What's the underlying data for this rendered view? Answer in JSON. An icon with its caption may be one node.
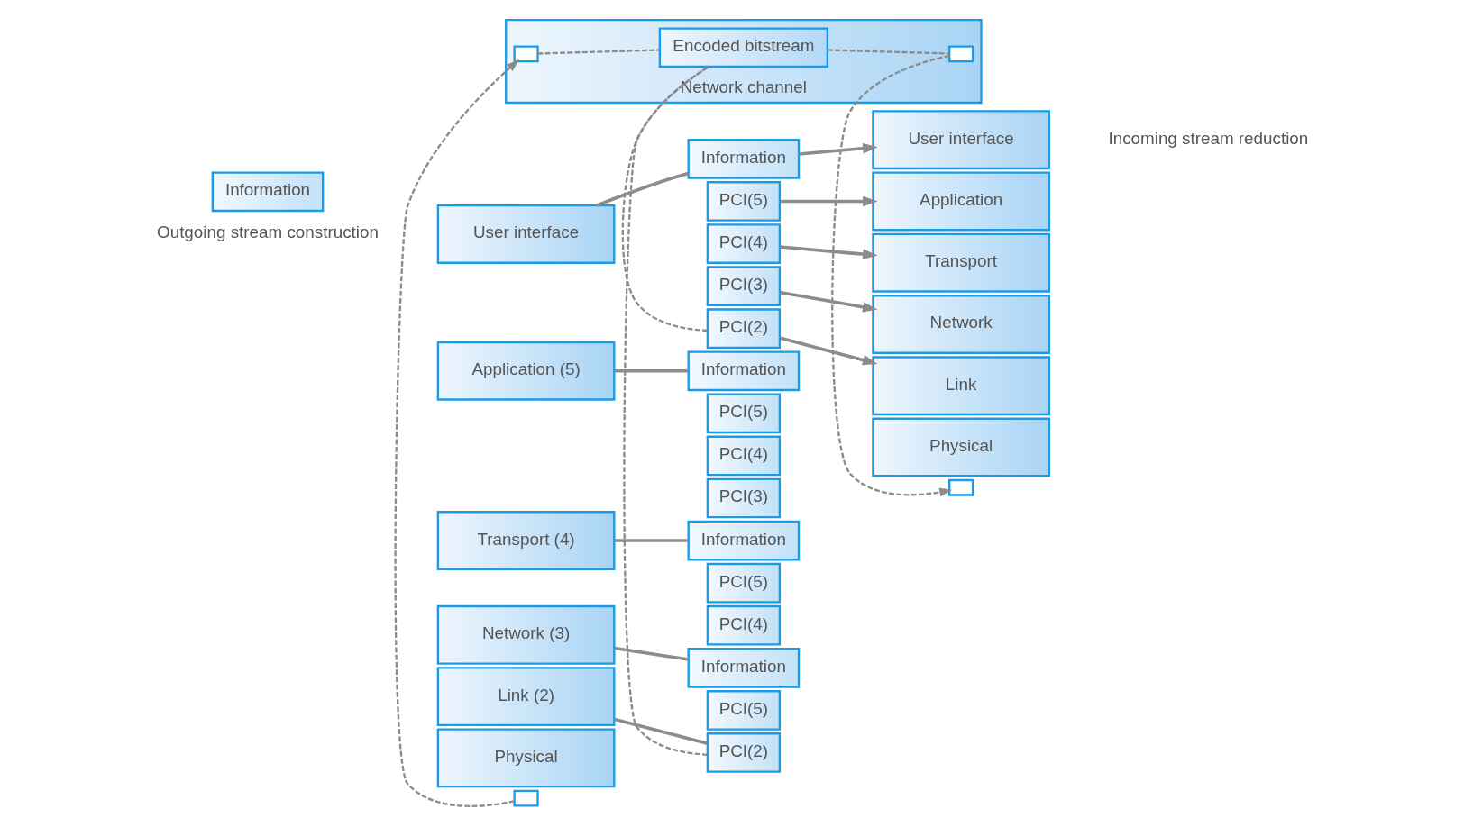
{
  "diagram": {
    "nodes": [
      {
        "text": [
          "User interface"
        ]
      },
      {
        "text": [
          "Application (5)"
        ]
      },
      {
        "text": [
          "Transport (4)"
        ]
      },
      {
        "text": [
          "Network (3)"
        ]
      },
      {
        "text": [
          "Link (2)"
        ]
      },
      {
        "text": [
          "Physical"
        ]
      },
      {
        "text": [
          "Information"
        ]
      },
      {
        "text": [
          "Information"
        ]
      },
      {
        "text": [
          "PCI(5)"
        ]
      },
      {
        "text": [
          "Information"
        ]
      },
      {
        "text": [
          "PCI(5)"
        ]
      },
      {
        "text": [
          "PCI(4)"
        ]
      },
      {
        "text": [
          "Information"
        ]
      },
      {
        "text": [
          "PCI(5)"
        ]
      },
      {
        "text": [
          "PCI(4)"
        ]
      },
      {
        "text": [
          "PCI(3)"
        ]
      },
      {
        "text": [
          "PCI(2)"
        ]
      },
      {
        "text": [
          "Information"
        ]
      },
      {
        "text": [
          "PCI(5)"
        ]
      },
      {
        "text": [
          "PCI(4)"
        ]
      },
      {
        "text": [
          "PCI(3)"
        ]
      },
      {
        "text": [
          "PCI(2)"
        ]
      },
      {
        "text": [
          "User interface"
        ]
      },
      {
        "text": [
          "Application"
        ]
      },
      {
        "text": [
          "Transport"
        ]
      },
      {
        "text": [
          "Network"
        ]
      },
      {
        "text": [
          "Link"
        ]
      },
      {
        "text": [
          "Physical"
        ]
      },
      {
        "text": [
          "Network channel"
        ]
      },
      {
        "text": [
          "Encoded bitstream"
        ],
        "in": 28
      },
      {
        "text": [],
        "shape": "box"
      },
      {
        "text": [],
        "shape": "box",
        "in": 28
      },
      {
        "text": [],
        "shape": "box"
      },
      {
        "text": [],
        "shape": "box",
        "in": 28
      }
    ],
    "edges": [
      {
        "from": 0,
        "to": 6,
        "arrow": "none"
      },
      {
        "from": 6,
        "to": 22,
        "arrow": "to"
      },
      {
        "from": 1,
        "to": 7,
        "arrow": "none"
      },
      {
        "from": 8,
        "to": 23,
        "arrow": "to"
      },
      {
        "from": 2,
        "to": 9,
        "arrow": "none"
      },
      {
        "from": 11,
        "to": 24,
        "arrow": "to"
      },
      {
        "from": 3,
        "to": 12,
        "arrow": "none"
      },
      {
        "from": 15,
        "to": 25,
        "arrow": "to"
      },
      {
        "from": 4,
        "to": 16,
        "arrow": "none"
      },
      {
        "from": 21,
        "to": 26,
        "arrow": "to"
      },
      {
        "from": 16,
        "to": 29,
        "arrow": "none",
        "style": "dashed"
      },
      {
        "from": 21,
        "to": 29,
        "arrow": "none",
        "style": "dashed"
      },
      {
        "from": 30,
        "to": 31,
        "arrow": "to",
        "style": "dashed"
      },
      {
        "from": 31,
        "to": 29,
        "arrow": "none",
        "style": "dashed"
      },
      {
        "from": 29,
        "to": 33,
        "arrow": "none",
        "style": "dashed"
      },
      {
        "from": 33,
        "to": 32,
        "arrow": "to",
        "style": "dashed"
      }
    ],
    "labels": [
      "Outgoing stream construction",
      "Incoming stream reduction"
    ]
  }
}
